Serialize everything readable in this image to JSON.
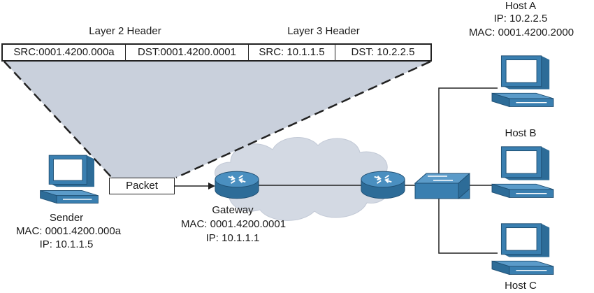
{
  "header_labels": {
    "layer2": "Layer 2 Header",
    "layer3": "Layer 3 Header"
  },
  "header_cells": [
    "SRC:0001.4200.000a",
    "DST:0001.4200.0001",
    "SRC: 10.1.1.5",
    "DST: 10.2.2.5"
  ],
  "packet_label": "Packet",
  "sender": {
    "name": "Sender",
    "mac": "MAC: 0001.4200.000a",
    "ip": "IP: 10.1.1.5"
  },
  "gateway": {
    "name": "Gateway",
    "mac": "MAC: 0001.4200.0001",
    "ip": "IP: 10.1.1.1"
  },
  "host_a": {
    "name": "Host A",
    "ip": "IP: 10.2.2.5",
    "mac": "MAC: 0001.4200.2000"
  },
  "host_b": {
    "name": "Host B"
  },
  "host_c": {
    "name": "Host C"
  },
  "colors": {
    "router": "#3a7fb0",
    "switch": "#3a7fb0",
    "computer": "#3a7fb0",
    "cloud": "#d3d9e3",
    "wedge": "#c9d0dc"
  }
}
